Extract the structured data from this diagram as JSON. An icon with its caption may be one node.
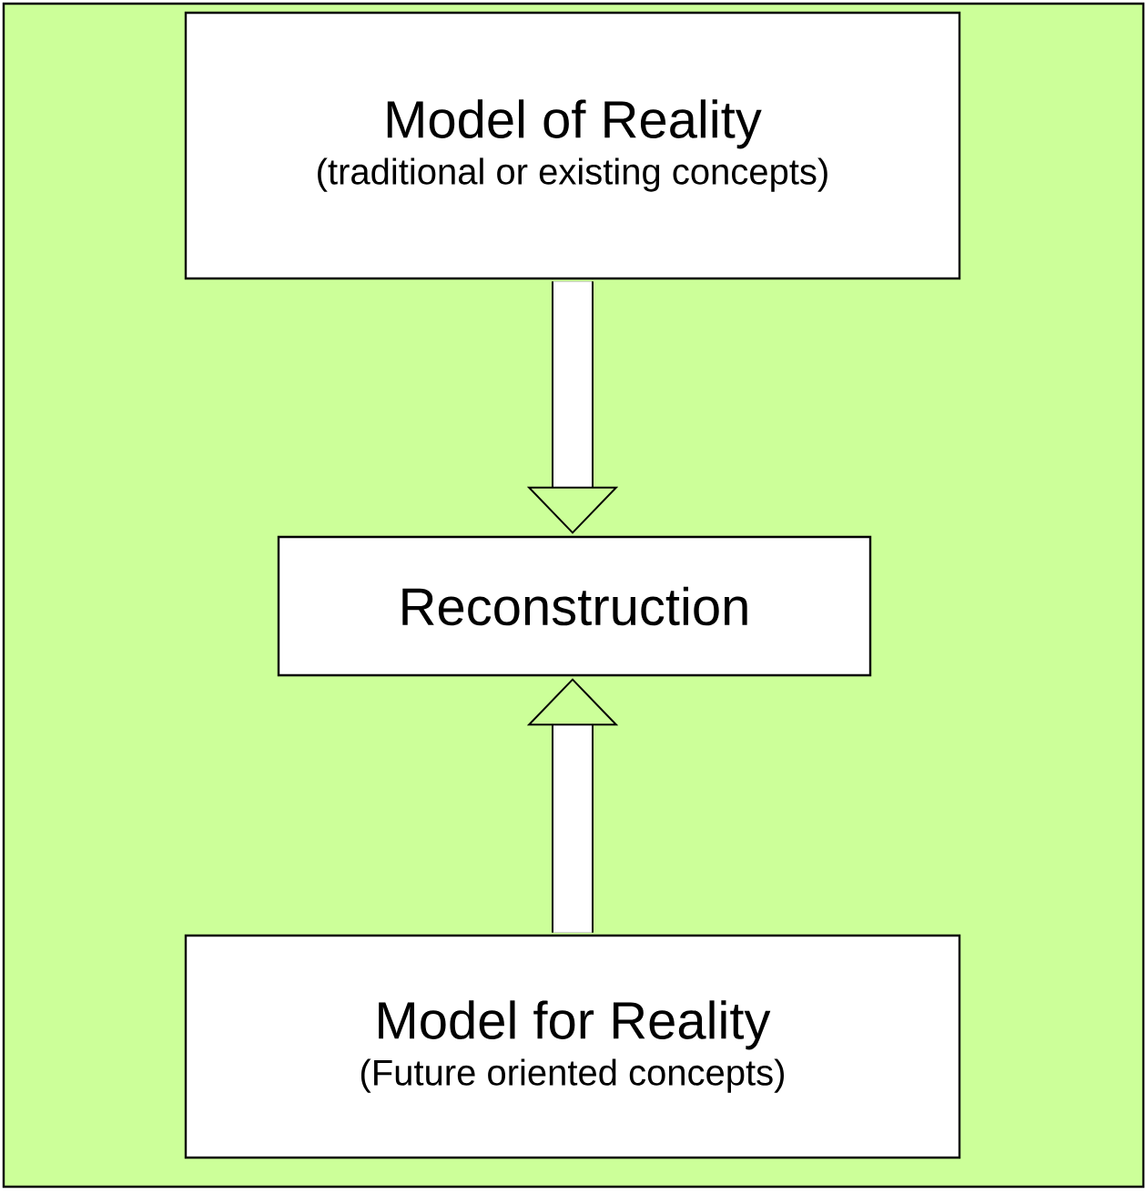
{
  "diagram": {
    "nodes": [
      {
        "text": [],
        "shape": "box"
      },
      {
        "text": [
          "Model of Reality",
          "(traditional or existing concepts)"
        ],
        "in": 0
      },
      {
        "text": [
          "Reconstruction"
        ],
        "in": 0
      },
      {
        "text": [
          "Model for Reality",
          "(Future oriented concepts)"
        ],
        "in": 0
      }
    ],
    "edges": [
      {
        "from": 1,
        "to": 2,
        "arrow": "to"
      },
      {
        "from": 3,
        "to": 2,
        "arrow": "to"
      }
    ]
  }
}
